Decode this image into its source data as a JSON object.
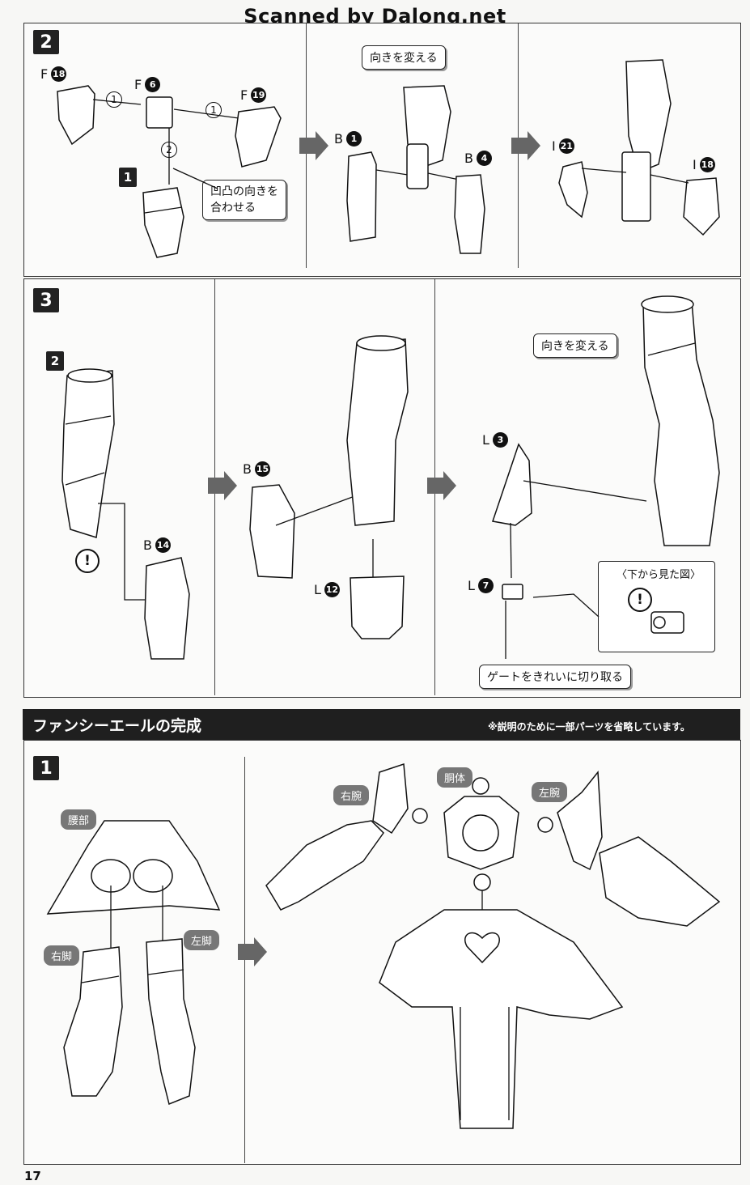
{
  "watermark": "Scanned by Dalong.net",
  "step2": {
    "number": "2",
    "labels": {
      "f18": {
        "letter": "F",
        "num": "18"
      },
      "f6": {
        "letter": "F",
        "num": "6"
      },
      "f19": {
        "letter": "F",
        "num": "19"
      },
      "b1": {
        "letter": "B",
        "num": "1"
      },
      "b4": {
        "letter": "B",
        "num": "4"
      },
      "i21": {
        "letter": "I",
        "num": "21"
      },
      "i18": {
        "letter": "I",
        "num": "18"
      }
    },
    "order_markers": [
      "1",
      "1",
      "2"
    ],
    "ref_step": "1",
    "callout_align": "凹凸の向きを\n合わせる",
    "callout_turn": "向きを変える"
  },
  "step3": {
    "number": "3",
    "ref_step": "2",
    "labels": {
      "b14": {
        "letter": "B",
        "num": "14"
      },
      "b15": {
        "letter": "B",
        "num": "15"
      },
      "l12": {
        "letter": "L",
        "num": "12"
      },
      "l3": {
        "letter": "L",
        "num": "3"
      },
      "l7": {
        "letter": "L",
        "num": "7"
      }
    },
    "callout_turn": "向きを変える",
    "bottom_view_title": "〈下から見た図〉",
    "callout_gate": "ゲートをきれいに切り取る",
    "warning_symbol": "!"
  },
  "completion": {
    "title": "ファンシーエールの完成",
    "note": "※説明のために一部パーツを省略しています。",
    "step_number": "1",
    "pills": {
      "waist": "腰部",
      "right_leg": "右脚",
      "left_leg": "左脚",
      "right_arm": "右腕",
      "torso": "胴体",
      "left_arm": "左腕"
    }
  },
  "page_number": "17"
}
